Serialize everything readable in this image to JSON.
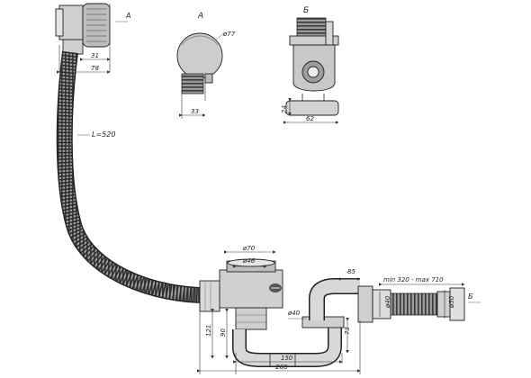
{
  "views": {
    "a_marker": "A",
    "b_marker": "Б",
    "view_a_title": "A",
    "view_b_title": "Б"
  },
  "dimensions": {
    "d31": "31",
    "d78": "78",
    "phi77": "ø77",
    "d33": "33",
    "d24": "24",
    "d62": "62",
    "hose_length": "L=520",
    "phi70": "ø70",
    "phi46": "ø46",
    "d85": "85",
    "range": "min 320 - max 710",
    "phi40_right": "ø40",
    "phi50": "ø50",
    "phi40_left": "ø40",
    "d121": "121",
    "d90": "90",
    "d73": "73",
    "d150": "150",
    "d268": "268"
  },
  "colors": {
    "line": "#222222",
    "hose_fill": "#8a8a8a",
    "part_fill": "#d9d9d9",
    "dark_fill": "#555555"
  },
  "icons": {
    "logo": "manufacturer-badge-icon"
  }
}
